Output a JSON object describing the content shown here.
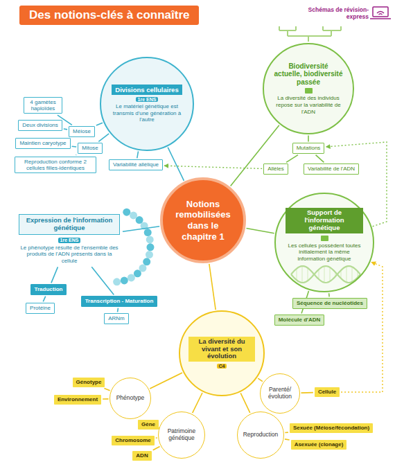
{
  "diagram": {
    "title": "Des notions-clés à connaître",
    "nodes": [
      {
        "text": [
          "Notions remobilisées dans le chapitre 1"
        ]
      },
      {
        "text": [
          "Divisions cellulaires",
          "1re ENS",
          "Le matériel génétique est transmis d'une génération à l'autre"
        ]
      },
      {
        "text": [
          "Méiose"
        ]
      },
      {
        "text": [
          "4 gamètes haploïdes"
        ]
      },
      {
        "text": [
          "Deux divisions"
        ]
      },
      {
        "text": [
          "Mitose"
        ]
      },
      {
        "text": [
          "Maintien caryotype"
        ]
      },
      {
        "text": [
          "Reproduction conforme 2 cellules filles-identiques"
        ]
      },
      {
        "text": [
          "Variabilité allélique"
        ]
      },
      {
        "text": [
          "Biodiversité actuelle, biodiversité passée",
          "La diversité des individus repose sur la variabilité de l'ADN"
        ]
      },
      {
        "text": [
          "Mutations"
        ]
      },
      {
        "text": [
          "Allèles"
        ]
      },
      {
        "text": [
          "Variabilité de l'ADN"
        ]
      },
      {
        "text": [
          "Support de l'information génétique",
          "Les cellules possèdent toutes initialement la même information génétique"
        ]
      },
      {
        "text": [
          "Séquence de nucléotides"
        ]
      },
      {
        "text": [
          "Molécule d'ADN"
        ]
      },
      {
        "text": [
          "Expression de l'information génétique",
          "1re ENS",
          "Le phénotype résulte de l'ensemble des produits de l'ADN présents dans la cellule"
        ]
      },
      {
        "text": [
          "Traduction"
        ]
      },
      {
        "text": [
          "Protéine"
        ]
      },
      {
        "text": [
          "Transcription - Maturation"
        ]
      },
      {
        "text": [
          "ARNm"
        ]
      },
      {
        "text": [
          "La diversité du vivant et son évolution",
          "C4"
        ]
      },
      {
        "text": [
          "Phénotype"
        ]
      },
      {
        "text": [
          "Génotype"
        ]
      },
      {
        "text": [
          "Environnement"
        ]
      },
      {
        "text": [
          "Patrimoine génétique"
        ]
      },
      {
        "text": [
          "Gène"
        ]
      },
      {
        "text": [
          "Chromosome"
        ]
      },
      {
        "text": [
          "ADN"
        ]
      },
      {
        "text": [
          "Reproduction"
        ]
      },
      {
        "text": [
          "Sexuée (Méiose/fécondation)"
        ]
      },
      {
        "text": [
          "Asexuée (clonage)"
        ]
      },
      {
        "text": [
          "Parenté/ évolution"
        ]
      },
      {
        "text": [
          "Cellule"
        ]
      }
    ],
    "edges": [
      {
        "from": 0,
        "to": 1,
        "arrow": "none"
      },
      {
        "from": 1,
        "to": 2,
        "arrow": "none"
      },
      {
        "from": 2,
        "to": 3,
        "arrow": "none"
      },
      {
        "from": 2,
        "to": 4,
        "arrow": "none"
      },
      {
        "from": 1,
        "to": 5,
        "arrow": "none"
      },
      {
        "from": 5,
        "to": 6,
        "arrow": "none"
      },
      {
        "from": 5,
        "to": 7,
        "arrow": "none"
      },
      {
        "from": 1,
        "to": 8,
        "arrow": "none"
      },
      {
        "from": 0,
        "to": 9,
        "arrow": "none"
      },
      {
        "from": 9,
        "to": 10,
        "arrow": "none"
      },
      {
        "from": 10,
        "to": 11,
        "arrow": "none"
      },
      {
        "from": 10,
        "to": 12,
        "arrow": "none"
      },
      {
        "from": 0,
        "to": 13,
        "arrow": "none"
      },
      {
        "from": 13,
        "to": 14,
        "arrow": "none"
      },
      {
        "from": 13,
        "to": 15,
        "arrow": "none"
      },
      {
        "from": 0,
        "to": 16,
        "arrow": "none"
      },
      {
        "from": 16,
        "to": 17,
        "arrow": "none"
      },
      {
        "from": 17,
        "to": 18,
        "arrow": "none"
      },
      {
        "from": 16,
        "to": 19,
        "arrow": "none"
      },
      {
        "from": 19,
        "to": 20,
        "arrow": "none"
      },
      {
        "from": 0,
        "to": 21,
        "arrow": "none"
      },
      {
        "from": 21,
        "to": 22,
        "arrow": "none"
      },
      {
        "from": 22,
        "to": 23,
        "arrow": "none"
      },
      {
        "from": 22,
        "to": 24,
        "arrow": "none"
      },
      {
        "from": 21,
        "to": 25,
        "arrow": "none"
      },
      {
        "from": 25,
        "to": 26,
        "arrow": "none"
      },
      {
        "from": 25,
        "to": 27,
        "arrow": "none"
      },
      {
        "from": 25,
        "to": 28,
        "arrow": "none"
      },
      {
        "from": 21,
        "to": 29,
        "arrow": "none"
      },
      {
        "from": 29,
        "to": 30,
        "arrow": "none"
      },
      {
        "from": 29,
        "to": 31,
        "arrow": "none"
      },
      {
        "from": 21,
        "to": 32,
        "arrow": "none"
      },
      {
        "from": 32,
        "to": 33,
        "arrow": "none"
      },
      {
        "from": 11,
        "to": 8,
        "arrow": "to"
      },
      {
        "from": 33,
        "to": 13,
        "arrow": "to"
      },
      {
        "from": 13,
        "to": 10,
        "arrow": "to"
      }
    ],
    "labels": [
      "Schémas de révision-express"
    ]
  }
}
